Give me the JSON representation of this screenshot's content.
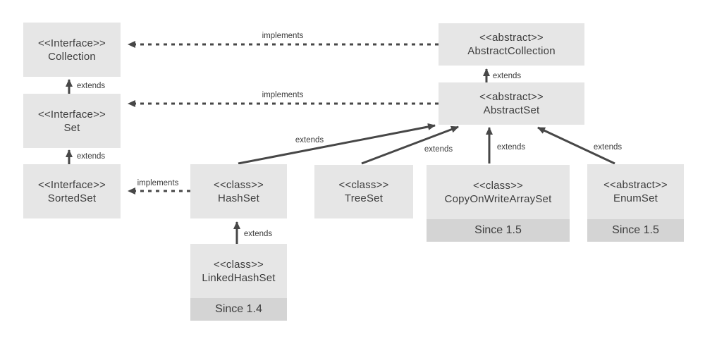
{
  "colors": {
    "bg": "#ffffff",
    "box-fill": "#e6e6e6",
    "since-fill": "#d4d4d4",
    "ink": "#3d3d3d",
    "arrow": "#474747"
  },
  "nodes": [
    {
      "id": "collection",
      "stereotype": "<<Interface>>",
      "class_name": "Collection"
    },
    {
      "id": "set",
      "stereotype": "<<Interface>>",
      "class_name": "Set"
    },
    {
      "id": "sortedset",
      "stereotype": "<<Interface>>",
      "class_name": "SortedSet"
    },
    {
      "id": "abstractcollection",
      "stereotype": "<<abstract>>",
      "class_name": "AbstractCollection"
    },
    {
      "id": "abstractset",
      "stereotype": "<<abstract>>",
      "class_name": "AbstractSet"
    },
    {
      "id": "hashset",
      "stereotype": "<<class>>",
      "class_name": "HashSet"
    },
    {
      "id": "treeset",
      "stereotype": "<<class>>",
      "class_name": "TreeSet"
    },
    {
      "id": "copyonwritearrayset",
      "stereotype": "<<class>>",
      "class_name": "CopyOnWriteArraySet",
      "since": "Since 1.5"
    },
    {
      "id": "enumset",
      "stereotype": "<<abstract>>",
      "class_name": "EnumSet",
      "since": "Since 1.5"
    },
    {
      "id": "linkedhashset",
      "stereotype": "<<class>>",
      "class_name": "LinkedHashSet",
      "since": "Since 1.4"
    }
  ],
  "edges": [
    {
      "id": "abstractcollection-implements-collection",
      "label": "implements"
    },
    {
      "id": "abstractset-implements-set",
      "label": "implements"
    },
    {
      "id": "hashset-implements-sortedset",
      "label": "implements"
    },
    {
      "id": "set-extends-collection",
      "label": "extends"
    },
    {
      "id": "sortedset-extends-set",
      "label": "extends"
    },
    {
      "id": "abstractset-extends-abstractcollection",
      "label": "extends"
    },
    {
      "id": "linkedhashset-extends-hashset",
      "label": "extends"
    },
    {
      "id": "hashset-extends-abstractset",
      "label": "extends"
    },
    {
      "id": "treeset-extends-abstractset",
      "label": "extends"
    },
    {
      "id": "copyonwritearrayset-extends-abstractset",
      "label": "extends"
    },
    {
      "id": "enumset-extends-abstractset",
      "label": "extends"
    }
  ]
}
